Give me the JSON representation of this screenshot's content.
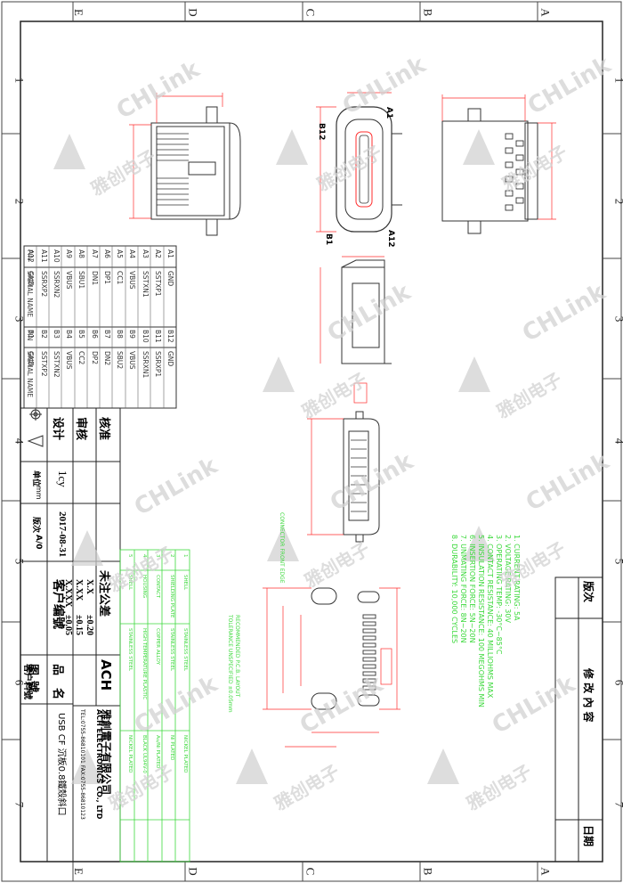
{
  "border_letters_top": [
    "E",
    "D",
    "C",
    "B",
    "A"
  ],
  "border_letters_bottom": [
    "E",
    "D",
    "C",
    "B",
    "A"
  ],
  "border_numbers_left": [
    "1",
    "2",
    "3",
    "4",
    "5",
    "6",
    "7"
  ],
  "border_numbers_right": [
    "1",
    "2",
    "3",
    "4",
    "5",
    "6",
    "7"
  ],
  "pin_table": {
    "headers": [
      "PIN",
      "SIGNAL NAME",
      "PIN",
      "SIGNAL NAME"
    ],
    "rows": [
      [
        "A1",
        "GND",
        "B12",
        "GND"
      ],
      [
        "A2",
        "SSTXP1",
        "B11",
        "SSRXP1"
      ],
      [
        "A3",
        "SSTXN1",
        "B10",
        "SSRXN1"
      ],
      [
        "A4",
        "VBUS",
        "B9",
        "VBUS"
      ],
      [
        "A5",
        "CC1",
        "B8",
        "SBU2"
      ],
      [
        "A6",
        "DP1",
        "B7",
        "DN2"
      ],
      [
        "A7",
        "DN1",
        "B6",
        "DP2"
      ],
      [
        "A8",
        "SBU1",
        "B5",
        "CC2"
      ],
      [
        "A9",
        "VBUS",
        "B4",
        "VBUS"
      ],
      [
        "A10",
        "SSRXN2",
        "B3",
        "SSTXN2"
      ],
      [
        "A11",
        "SSRXP2",
        "B2",
        "SSTXP2"
      ],
      [
        "A12",
        "GND",
        "B1",
        "GND"
      ]
    ]
  },
  "title_block": {
    "approve": "核准",
    "review": "审核",
    "design": "设计",
    "designer": "1cy",
    "date": "2017-08-31",
    "unit_label": "单位",
    "unit_value": "mm",
    "version_label": "版次",
    "version_value": "A/0",
    "tolerance_title": "未注公差",
    "tolerances": [
      [
        "X.X",
        "±0.20"
      ],
      [
        "X.XX",
        "±0.15"
      ],
      [
        "X.XXX",
        "±0.05"
      ]
    ],
    "customer_drawing_no": "客户编號",
    "product_name_label": "品名",
    "drawing_no_label": "图號",
    "customer_material_no": "客户料號",
    "company_cn": "雅創電子有限公司",
    "company_en": "ACH ELECTRONICS CO., LTD",
    "company_tel": "TEL:0755-86810101 FAX:0755-86810123",
    "product_name": "USB CF 沉板0.8鐵殼斜口",
    "logo": "ACH"
  },
  "revision_block": {
    "col_version": "版次",
    "col_content": "修 改 內 容",
    "col_date": "日期"
  },
  "view_labels": {
    "a1": "A1",
    "a12": "A12",
    "b1": "B1",
    "b12": "B12"
  },
  "notes": [
    "1. CURRENT RATING: 5A",
    "2. VOLTAGE RATING: 30V",
    "3. OPERATING TEMP: -30°C~85°C",
    "4. CONTACT RESISTANCE: 40 MILLIOHMS MAX",
    "5. INSULATION RESISTANCE: 100 MEGOHMS MIN",
    "6. INSERTION FORCE: 5N~20N",
    "7. UNMATING FORCE: 8N~20N",
    "8. DURABILITY: 10,000 CYCLES"
  ],
  "pcb_labels": {
    "recommended": "RECOMMENDED P.C.B. LAYOUT",
    "tolerance": "TOLERANCE UNSPECIFIED ±0.05mm",
    "connector_edge": "CONNECTOR FRONT EDGE"
  },
  "materials": [
    [
      "1",
      "SHELL",
      "STAINLESS STEEL",
      "NICKEL PLATED"
    ],
    [
      "2",
      "SHIELDING PLATE",
      "STAINLESS STEEL",
      "Ni PLATED"
    ],
    [
      "3",
      "CONTACT",
      "COPPER ALLOY",
      "Au/Ni PLATED"
    ],
    [
      "4",
      "HOUSING",
      "HIGH TEMPERATURE PLASTIC",
      "BLACK UL94V-0"
    ],
    [
      "5",
      "SHELL",
      "STAINLESS STEEL",
      "NICKEL PLATED"
    ]
  ],
  "watermark": {
    "brand": "CHLink",
    "cn": "雅创电子"
  },
  "colors": {
    "frame": "#222222",
    "dim": "#ff2d2d",
    "notes": "#3dd93d",
    "watermark": "#d0d0d0"
  }
}
